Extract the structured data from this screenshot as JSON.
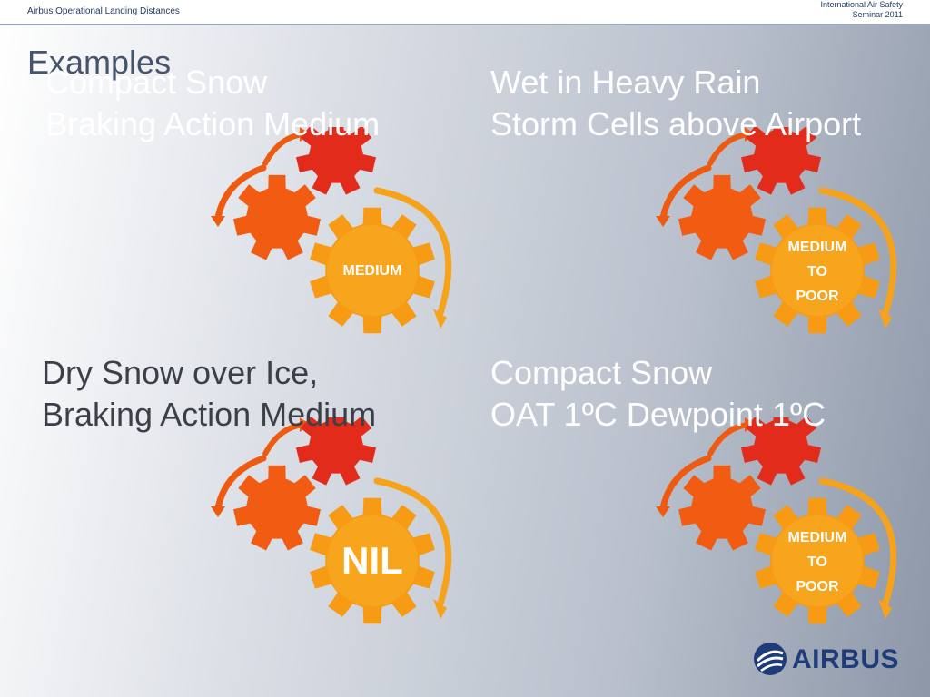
{
  "header": {
    "left": "Airbus Operational Landing Distances",
    "right_line1": "International Air Safety",
    "right_line2": "Seminar 2011"
  },
  "title": "Examples",
  "quadrants": [
    {
      "line1": "Compact Snow",
      "line2": "Braking Action Medium",
      "label_lines": [
        "MEDIUM"
      ]
    },
    {
      "line1": "Wet in Heavy Rain",
      "line2": "Storm Cells above Airport",
      "label_lines": [
        "MEDIUM",
        "TO",
        "POOR"
      ]
    },
    {
      "line1": "Dry Snow over Ice,",
      "line2": "Braking Action Medium",
      "label_lines": [
        "NIL"
      ]
    },
    {
      "line1": "Compact Snow",
      "line2": "OAT 1ºC Dewpoint 1ºC",
      "label_lines": [
        "MEDIUM",
        "TO",
        "POOR"
      ]
    }
  ],
  "logo": {
    "text": "AIRBUS"
  },
  "colors": {
    "gear_red": "#e32b1b",
    "gear_orange": "#f25c12",
    "gear_amber": "#f79a14",
    "arrow_orange": "#ee5a10",
    "arrow_amber": "#f6a21a",
    "airbus_blue": "#1f3c7a"
  }
}
